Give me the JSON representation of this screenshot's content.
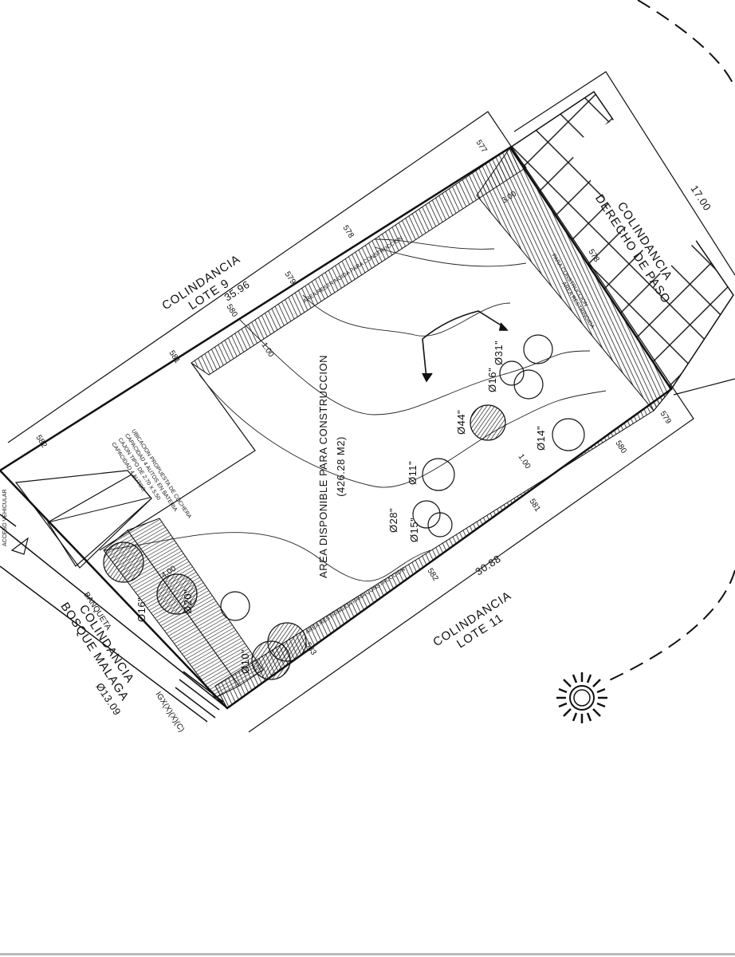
{
  "plan": {
    "neighbors": {
      "lote9_title": "COLINDANCIA",
      "lote9_sub": "LOTE 9",
      "lote11_title": "COLINDANCIA",
      "lote11_sub": "LOTE 11",
      "derecho_title": "COLINDANCIA",
      "derecho_sub": "DERECHO DE PASO",
      "bosque_title": "COLINDANCIA",
      "bosque_sub": "BOSQUE MALAGA"
    },
    "dimensions": {
      "top": "35.96",
      "bottom": "30.88",
      "right": "17.00",
      "left": "Ø13.09",
      "setback_right": "3.00",
      "setback_top": "1.00",
      "setback_bottom": "1.00",
      "setback_left": "4.00"
    },
    "area": {
      "title": "AREA DISPONIBLE PARA CONSTRUCCION",
      "value": "(426.28 M2)",
      "restricted_top": "AREA RESTRINGIDA PARA CONSTRUCCION",
      "restricted_bottom": "AREA RESTRINGIDA PARA CONSTRUCCION",
      "restricted_side_1": "AREA RESTRINGIDA",
      "restricted_side_2": "PARA CONSTRUCCION"
    },
    "contours": {
      "c577": "577",
      "c578a": "578",
      "c578b": "578",
      "c579a": "579",
      "c579b": "579",
      "c580a": "580",
      "c580b": "580",
      "c581a": "581",
      "c581b": "581",
      "c582a": "582",
      "c582b": "582",
      "c583": "583"
    },
    "trees": {
      "t31": "Ø31\"",
      "t16": "Ø16\"",
      "t44": "Ø44\"",
      "t14": "Ø14\"",
      "t11": "Ø11\"",
      "t28": "Ø28\"",
      "t15": "Ø15\"",
      "t10": "Ø10\"",
      "t20": "Ø20\"",
      "t16b": "Ø16\""
    },
    "garage_note": {
      "line1": "UBICACION PROPUESTA DE COCHERA",
      "line2": "CAPACIDAD 4 AUTOS EN BATERIA",
      "line3": "CAJON TIPO DE 2.70 X 5.50",
      "line4": "CAPACIDAD 4 AUTOS"
    },
    "street": {
      "banqueta": "BANQUETA",
      "access": "ACCESO VEHICULAR",
      "code": "IGX(X)(X)(C)"
    }
  }
}
